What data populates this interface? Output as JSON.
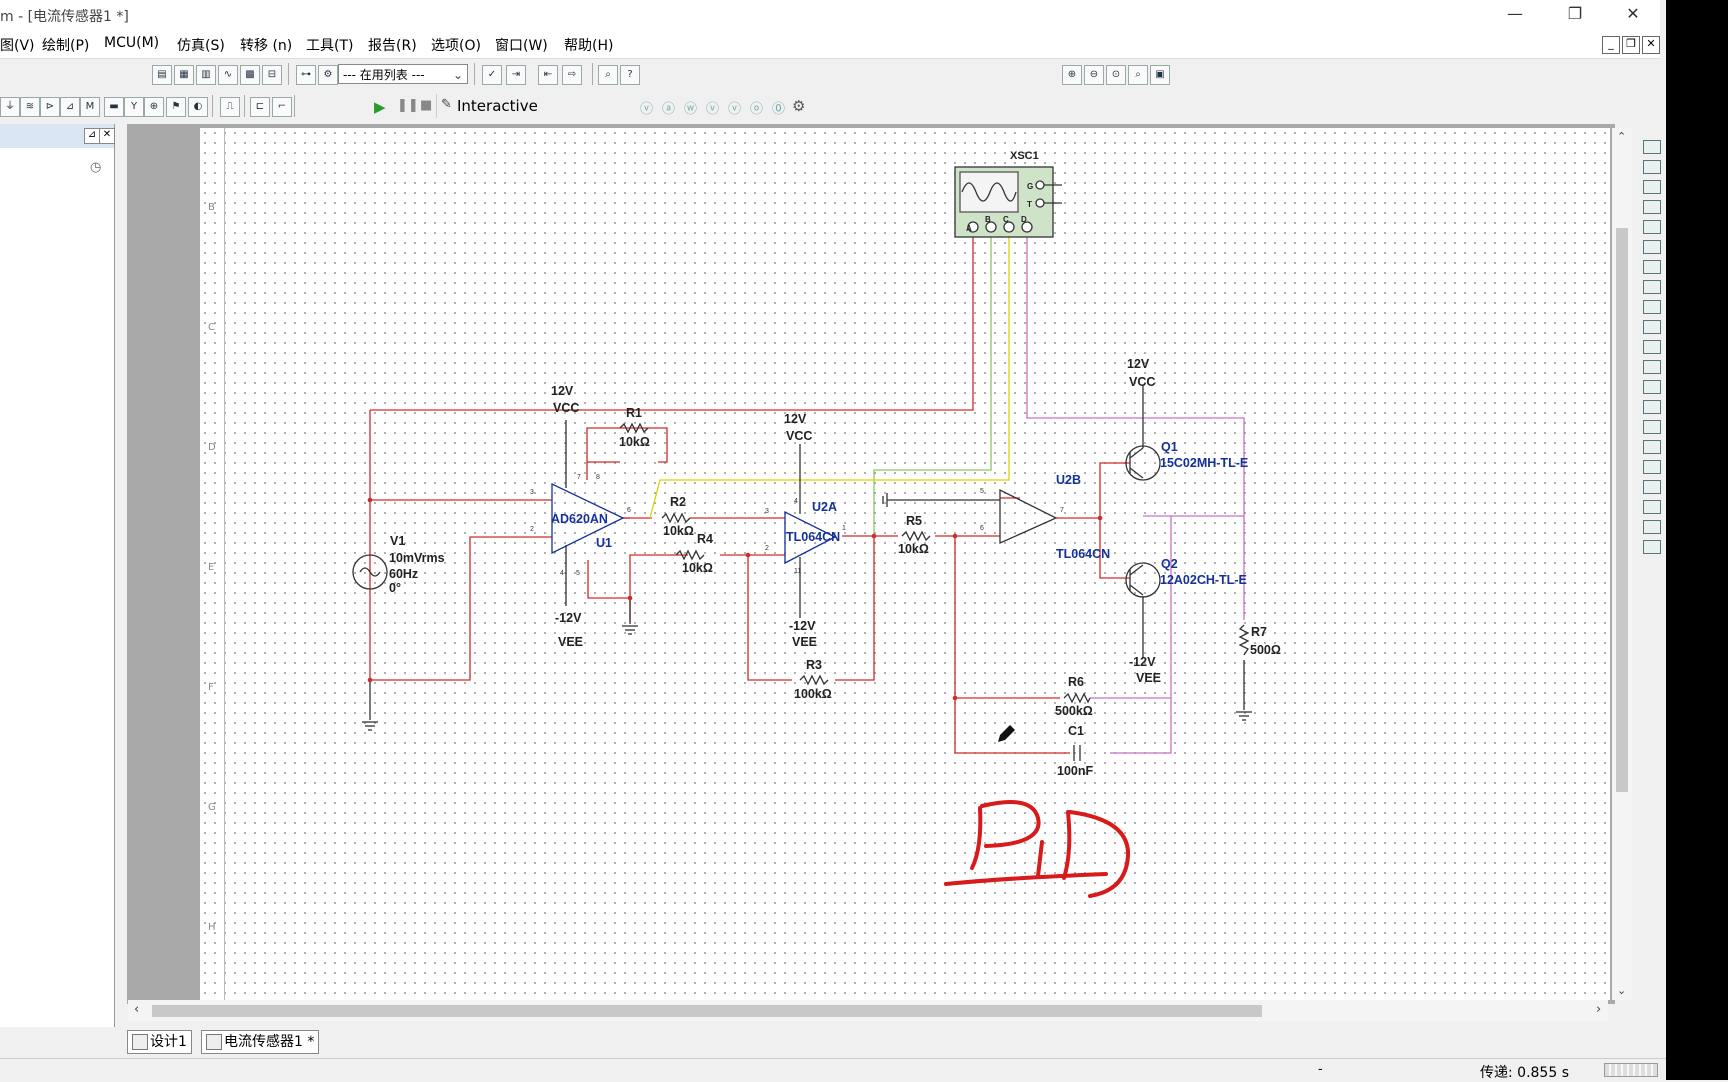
{
  "window": {
    "title": "m - [电流传感器1 *]",
    "minimize": "—",
    "restore": "❐",
    "close": "✕"
  },
  "menu": [
    "图(V)",
    "绘制(P)",
    "MCU(M)",
    "仿真(S)",
    "转移 (n)",
    "工具(T)",
    "报告(R)",
    "选项(O)",
    "窗口(W)",
    "帮助(H)"
  ],
  "mdi": {
    "minimize": "_",
    "restore": "❐",
    "close": "✕"
  },
  "toolbar": {
    "list_dropdown": "--- 在用列表 ---",
    "sim_mode": "Interactive"
  },
  "colors": {
    "wire_red": "#d02a2a",
    "wire_yellow": "#d4d600",
    "wire_green": "#8fc46a",
    "wire_pink": "#c870c8",
    "part_blue": "#14309c",
    "ink_red": "#d81a1a"
  },
  "schematic": {
    "instrument": {
      "ref": "XSC1",
      "channels": [
        "A",
        "B",
        "C",
        "D"
      ],
      "terminals": [
        "G",
        "T"
      ]
    },
    "labels": {
      "vcc_u1_v": "12V",
      "vcc_u1_n": "VCC",
      "vee_u1_v": "-12V",
      "vee_u1_n": "VEE",
      "vcc_u2_v": "12V",
      "vcc_u2_n": "VCC",
      "vee_u2_v": "-12V",
      "vee_u2_n": "VEE",
      "vcc_q_v": "12V",
      "vcc_q_n": "VCC",
      "vee_q_v": "-12V",
      "vee_q_n": "VEE"
    },
    "sources": [
      {
        "ref": "V1",
        "lines": [
          "10mVrms",
          "60Hz",
          "0°"
        ]
      }
    ],
    "opamps": [
      {
        "ref": "U1",
        "model": "AD620AN"
      },
      {
        "ref": "U2A",
        "model": "TL064CN"
      },
      {
        "ref": "U2B",
        "model": "TL064CN"
      }
    ],
    "resistors": [
      {
        "ref": "R1",
        "value": "10kΩ"
      },
      {
        "ref": "R2",
        "value": "10kΩ"
      },
      {
        "ref": "R4",
        "value": "10kΩ"
      },
      {
        "ref": "R3",
        "value": "100kΩ"
      },
      {
        "ref": "R5",
        "value": "10kΩ"
      },
      {
        "ref": "R6",
        "value": "500kΩ"
      },
      {
        "ref": "R7",
        "value": "500Ω"
      }
    ],
    "capacitors": [
      {
        "ref": "C1",
        "value": "100nF"
      }
    ],
    "transistors": [
      {
        "ref": "Q1",
        "model": "15C02MH-TL-E"
      },
      {
        "ref": "Q2",
        "model": "12A02CH-TL-E"
      }
    ],
    "pins": {
      "u1_in": "3",
      "u1_in2": "2",
      "u1_out": "6",
      "u1_top": "7",
      "u1_top2": "8",
      "u1_bot": "4",
      "u1_bot2": "5",
      "u2a_p": "3",
      "u2a_n": "2",
      "u2a_out": "1",
      "u2a_top": "4",
      "u2a_bot": "11",
      "u2b_p": "5",
      "u2b_n": "6",
      "u2b_out": "7"
    },
    "annotation": "PID"
  },
  "ruler": [
    "B",
    "C",
    "D",
    "E",
    "F",
    "G",
    "H"
  ],
  "tabs": [
    {
      "label": "设计1"
    },
    {
      "label": "电流传感器1 *"
    }
  ],
  "status": {
    "dash": "-",
    "sim_time": "传递: 0.855 s"
  }
}
